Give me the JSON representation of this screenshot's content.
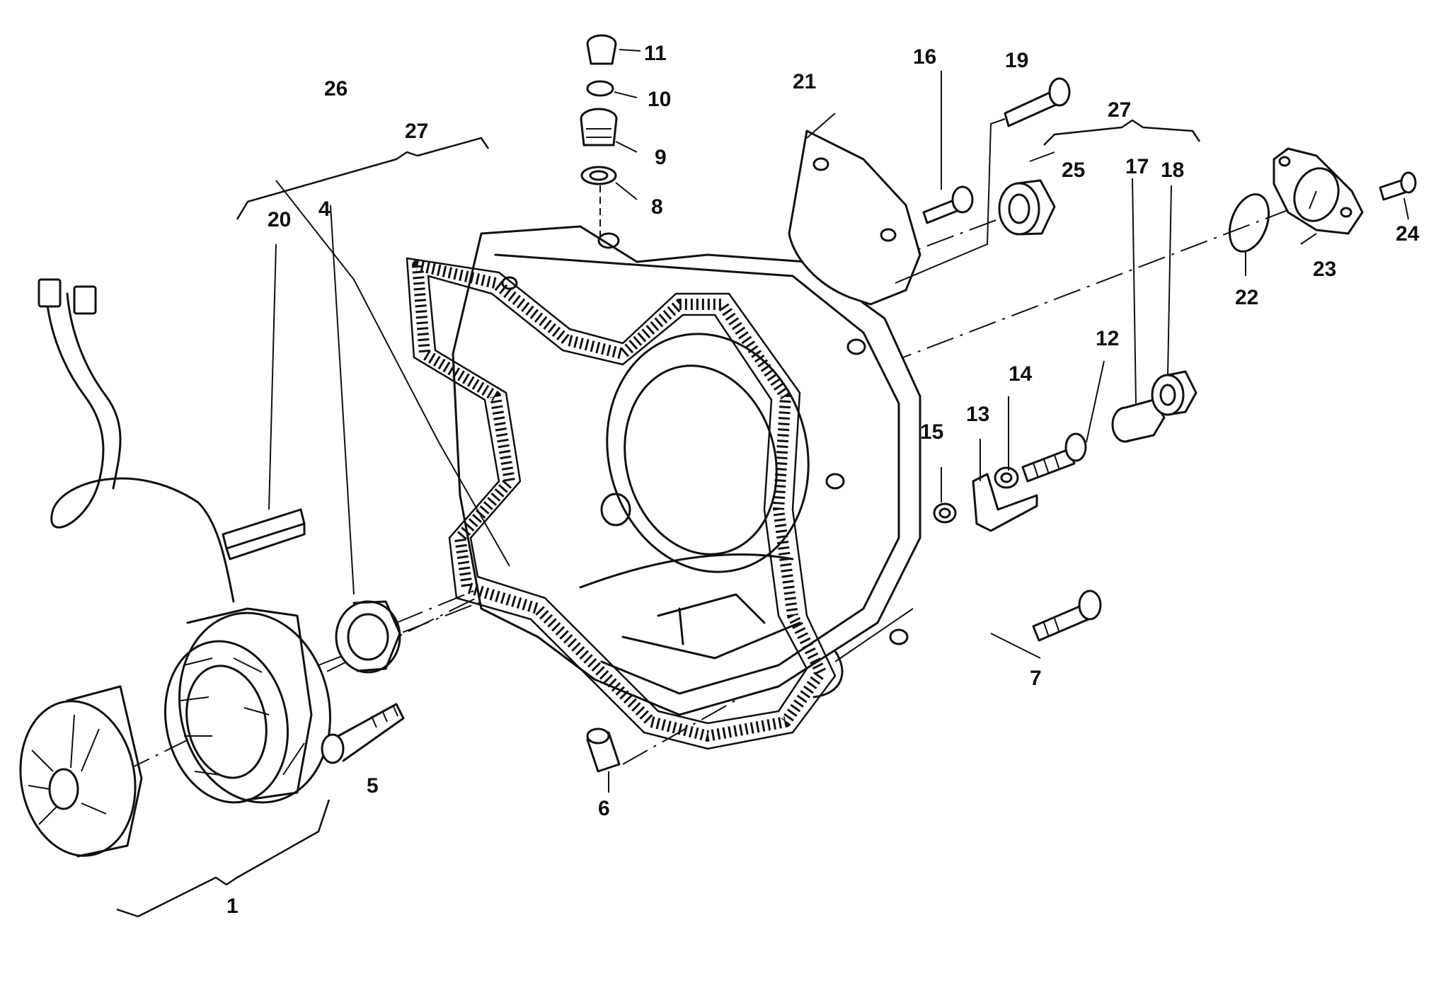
{
  "labels": {
    "l1": "1",
    "l4": "4",
    "l5": "5",
    "l6": "6",
    "l7": "7",
    "l8": "8",
    "l9": "9",
    "l10": "10",
    "l11": "11",
    "l12": "12",
    "l13": "13",
    "l14": "14",
    "l15": "15",
    "l16": "16",
    "l17": "17",
    "l18": "18",
    "l19": "19",
    "l20": "20",
    "l21": "21",
    "l22": "22",
    "l23": "23",
    "l24": "24",
    "l25": "25",
    "l26": "26",
    "l27a": "27",
    "l27b": "27"
  }
}
